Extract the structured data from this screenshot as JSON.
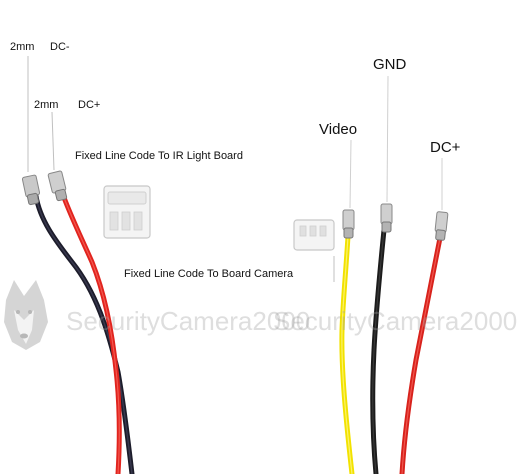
{
  "labels": {
    "dc_minus_size": "2mm",
    "dc_minus": "DC-",
    "dc_plus_size": "2mm",
    "dc_plus": "DC+",
    "ir_board": "Fixed Line Code To IR Light Board",
    "board_camera": "Fixed Line Code To Board Camera",
    "video": "Video",
    "gnd": "GND",
    "dc_plus_right": "DC+"
  },
  "watermark": {
    "text_1": "SecurityCamera2000",
    "text_2": "SecurityCamera2000",
    "logo": "husky-dog-head"
  },
  "colors": {
    "background": "#ffffff",
    "wire_red": "#e02020",
    "wire_black": "#1a1a1a",
    "wire_yellow": "#f2e000",
    "wire_dark_red": "#c81e1e",
    "connector_white": "#f3f3f3",
    "watermark": "#a0a0a0"
  }
}
